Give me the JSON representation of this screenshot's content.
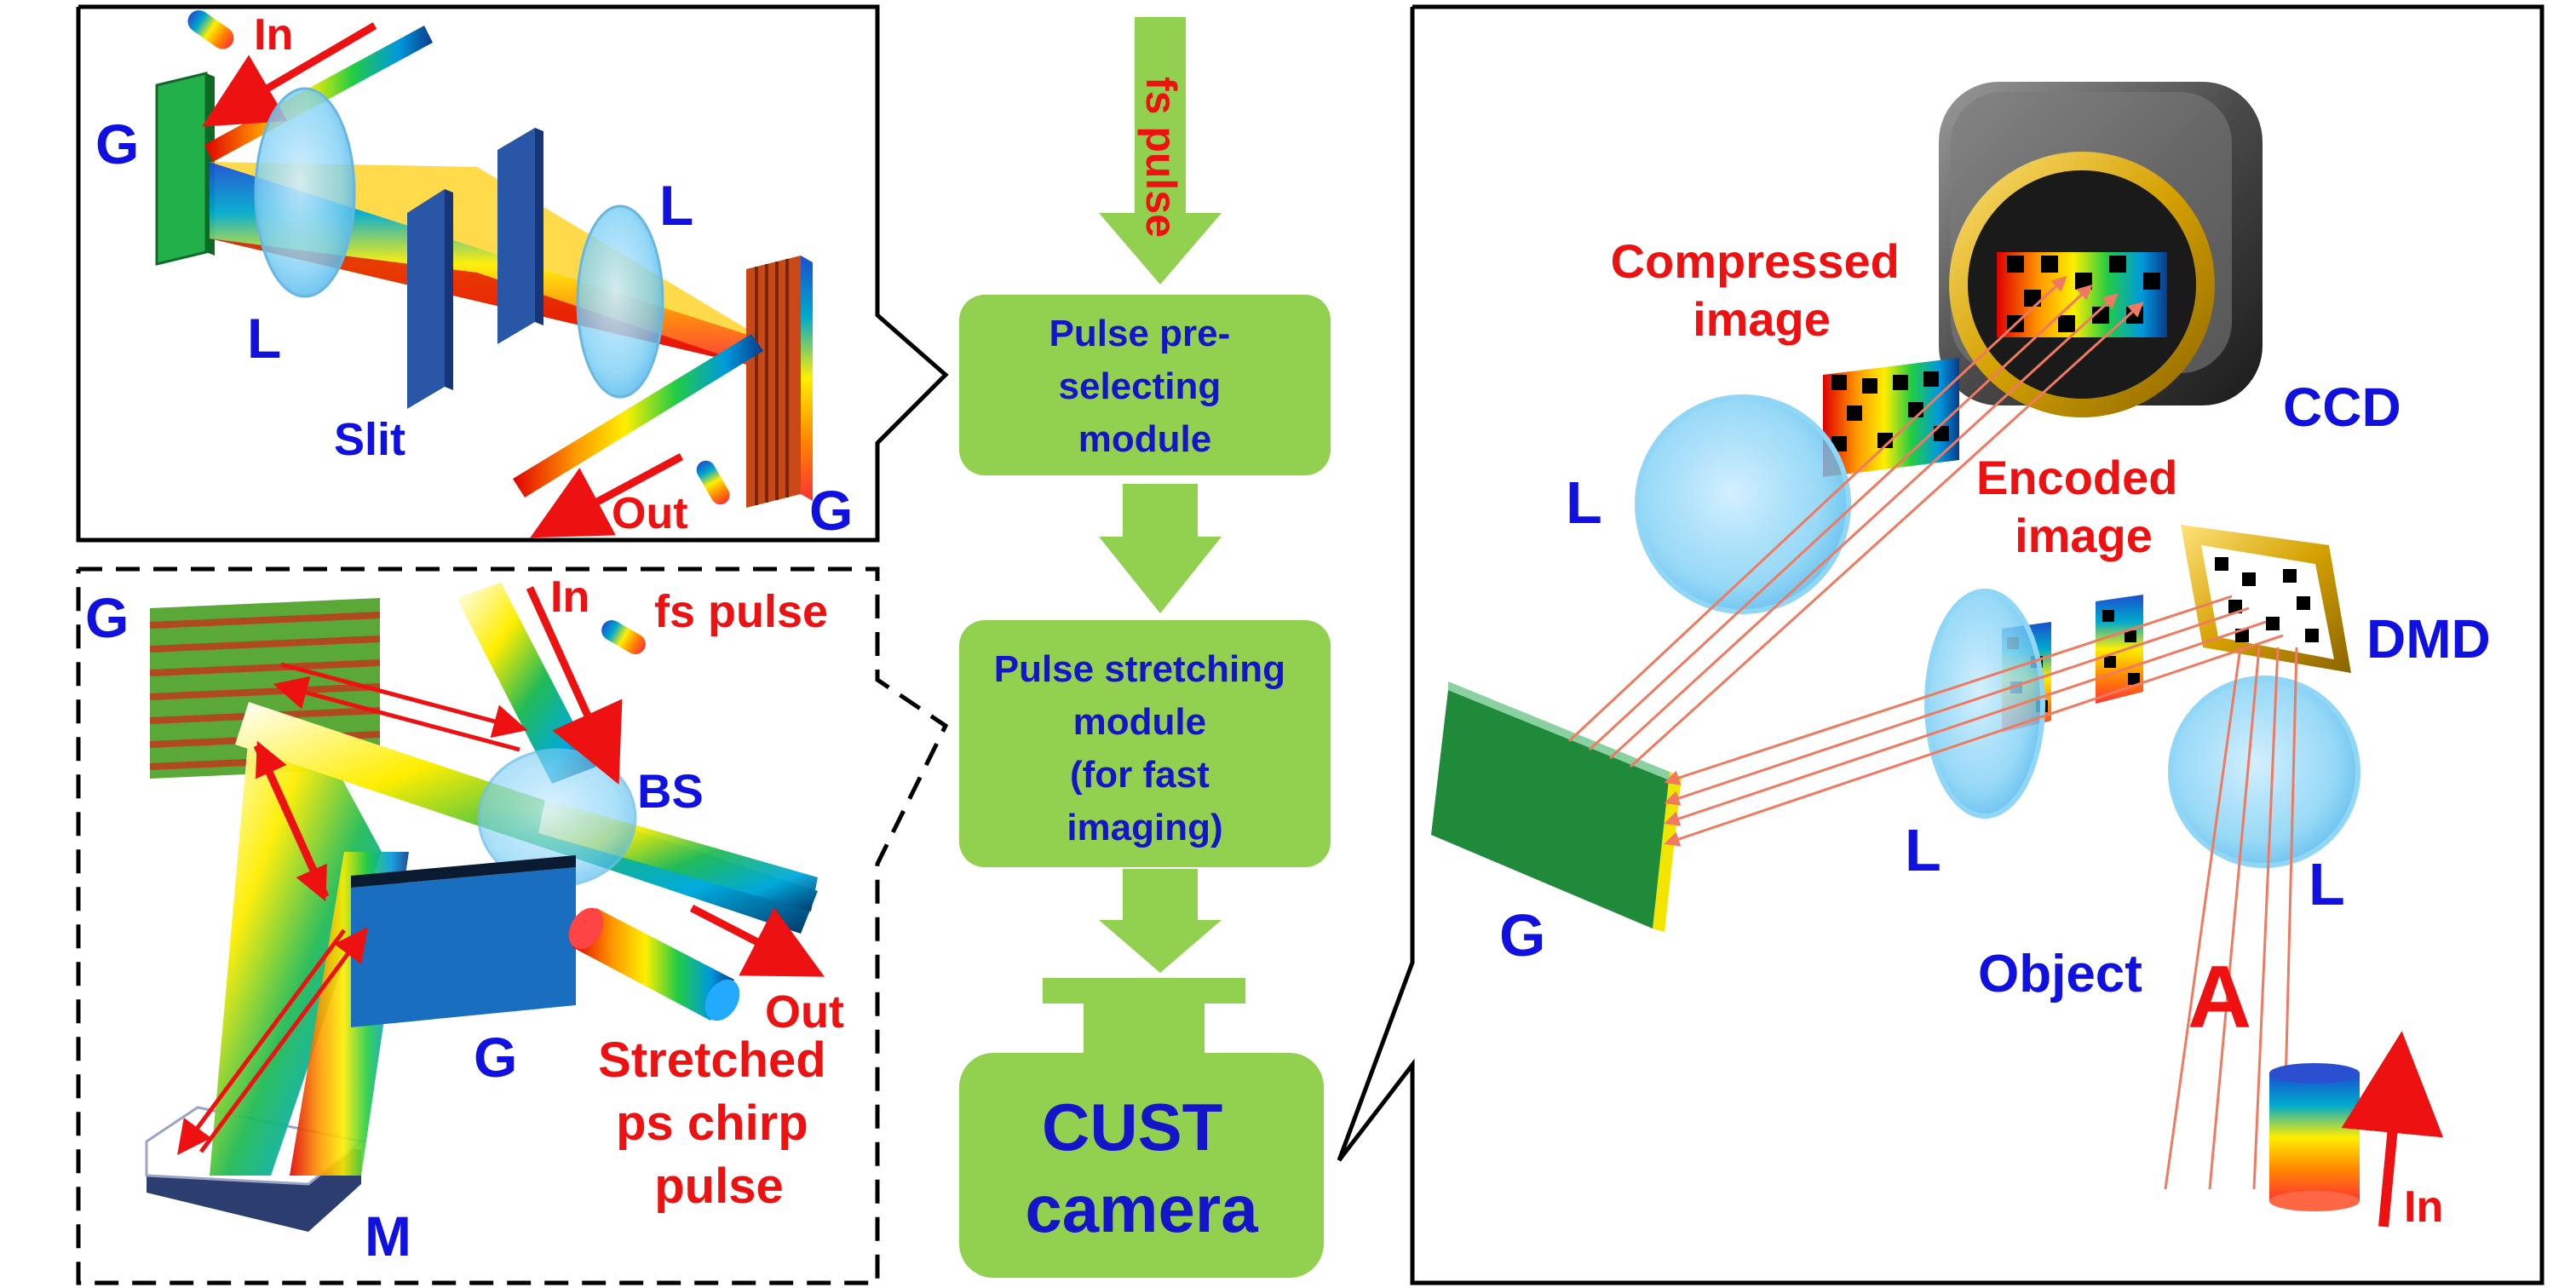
{
  "flow": {
    "top_arrow_label": "fs pulse",
    "box1": [
      "Pulse pre-",
      "selecting",
      "module"
    ],
    "box2": [
      "Pulse stretching",
      "module",
      "(for fast",
      "imaging)"
    ],
    "box3": [
      "CUST",
      "camera"
    ]
  },
  "preselect": {
    "in_label": "In",
    "out_label": "Out",
    "grating_top": "G",
    "grating_bottom": "G",
    "lens_left": "L",
    "lens_right": "L",
    "slit": "Slit"
  },
  "stretcher": {
    "grating_top": "G",
    "grating_bottom": "G",
    "in_label": "In",
    "fs_pulse": "fs pulse",
    "bs": "BS",
    "out_label": "Out",
    "stretched": [
      "Stretched",
      "ps chirp",
      "pulse"
    ],
    "mirror": "M"
  },
  "camera": {
    "compressed": [
      "Compressed",
      "image"
    ],
    "ccd": "CCD",
    "encoded": [
      "Encoded",
      "image"
    ],
    "dmd": "DMD",
    "lens_top": "L",
    "lens_mid": "L",
    "lens_right": "L",
    "grating": "G",
    "object": "Object",
    "object_letter": "A",
    "in_label": "In"
  },
  "colors": {
    "green_box": "#92d050",
    "label_blue": "#1010e0",
    "label_red": "#ee1111",
    "navy_text": "#1414c8"
  }
}
